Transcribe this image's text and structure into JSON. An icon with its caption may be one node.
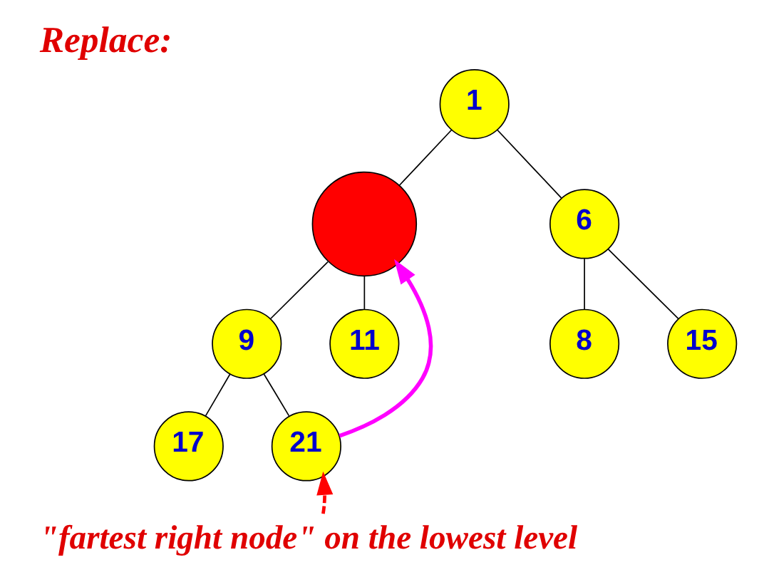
{
  "diagram": {
    "title": "Replace:",
    "nodes": [
      {
        "text": [
          "1"
        ]
      },
      {
        "text": [],
        "shape": "circle"
      },
      {
        "text": [
          "6"
        ]
      },
      {
        "text": [
          "9"
        ]
      },
      {
        "text": [
          "11"
        ]
      },
      {
        "text": [
          "8"
        ]
      },
      {
        "text": [
          "15"
        ]
      },
      {
        "text": [
          "17"
        ]
      },
      {
        "text": [
          "21"
        ]
      },
      {
        "text": [
          "\"fartest right node\" on the lowest level"
        ]
      }
    ],
    "edges": [
      {
        "from": 0,
        "to": 1,
        "arrow": "none"
      },
      {
        "from": 0,
        "to": 2,
        "arrow": "none"
      },
      {
        "from": 1,
        "to": 3,
        "arrow": "none"
      },
      {
        "from": 1,
        "to": 4,
        "arrow": "none"
      },
      {
        "from": 2,
        "to": 5,
        "arrow": "none"
      },
      {
        "from": 2,
        "to": 6,
        "arrow": "none"
      },
      {
        "from": 3,
        "to": 7,
        "arrow": "none"
      },
      {
        "from": 3,
        "to": 8,
        "arrow": "none"
      },
      {
        "from": 8,
        "to": 1,
        "arrow": "to",
        "style": "thick",
        "color": "#ff00ff"
      },
      {
        "from": 9,
        "to": 8,
        "arrow": "to",
        "style": "dashed",
        "color": "#ff0000"
      }
    ]
  }
}
